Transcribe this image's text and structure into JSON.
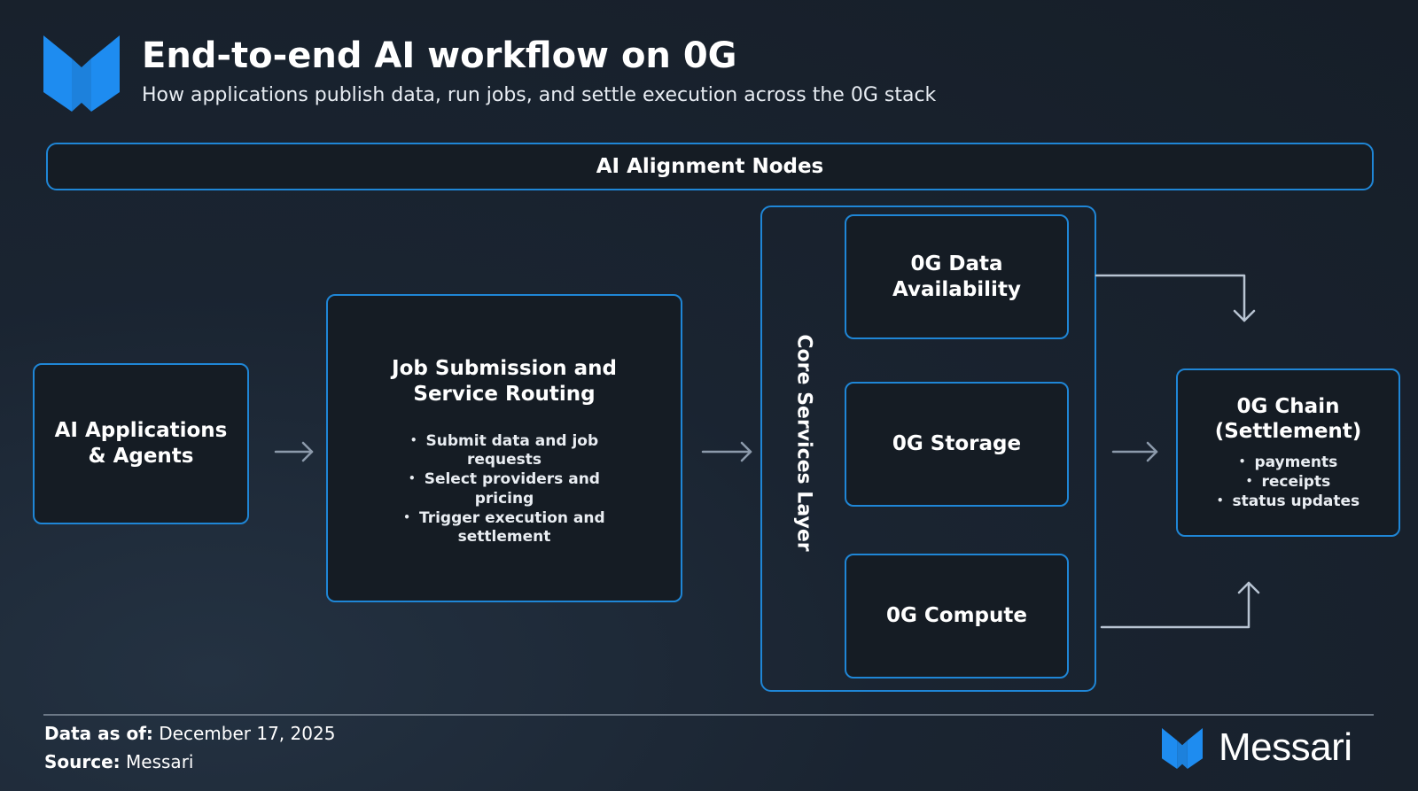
{
  "header": {
    "title": "End-to-end AI workflow on 0G",
    "subtitle": "How applications publish data, run jobs, and settle execution across the 0G stack"
  },
  "alignment_bar": {
    "label": "AI Alignment Nodes"
  },
  "nodes": {
    "apps": {
      "title": "AI Applications & Agents"
    },
    "job": {
      "title": "Job Submission and Service Routing",
      "bullets": [
        "Submit data and job requests",
        "Select providers and pricing",
        "Trigger execution and settlement"
      ]
    },
    "core": {
      "label": "Core Services Layer"
    },
    "da": {
      "title": "0G Data Availability"
    },
    "storage": {
      "title": "0G Storage"
    },
    "compute": {
      "title": "0G Compute"
    },
    "chain": {
      "title": "0G Chain (Settlement)",
      "bullets": [
        "payments",
        "receipts",
        "status updates"
      ]
    }
  },
  "footer": {
    "date_label": "Data as of:",
    "date_value": "December 17, 2025",
    "source_label": "Source:",
    "source_value": "Messari",
    "brand": "Messari"
  },
  "colors": {
    "accent": "#1f86d6",
    "logo": "#1e8cf0",
    "arrow": "#8c9aab",
    "connector": "#b8c4d2"
  },
  "icons": {
    "header_logo": "messari-logo-icon",
    "footer_logo": "messari-logo-icon"
  }
}
